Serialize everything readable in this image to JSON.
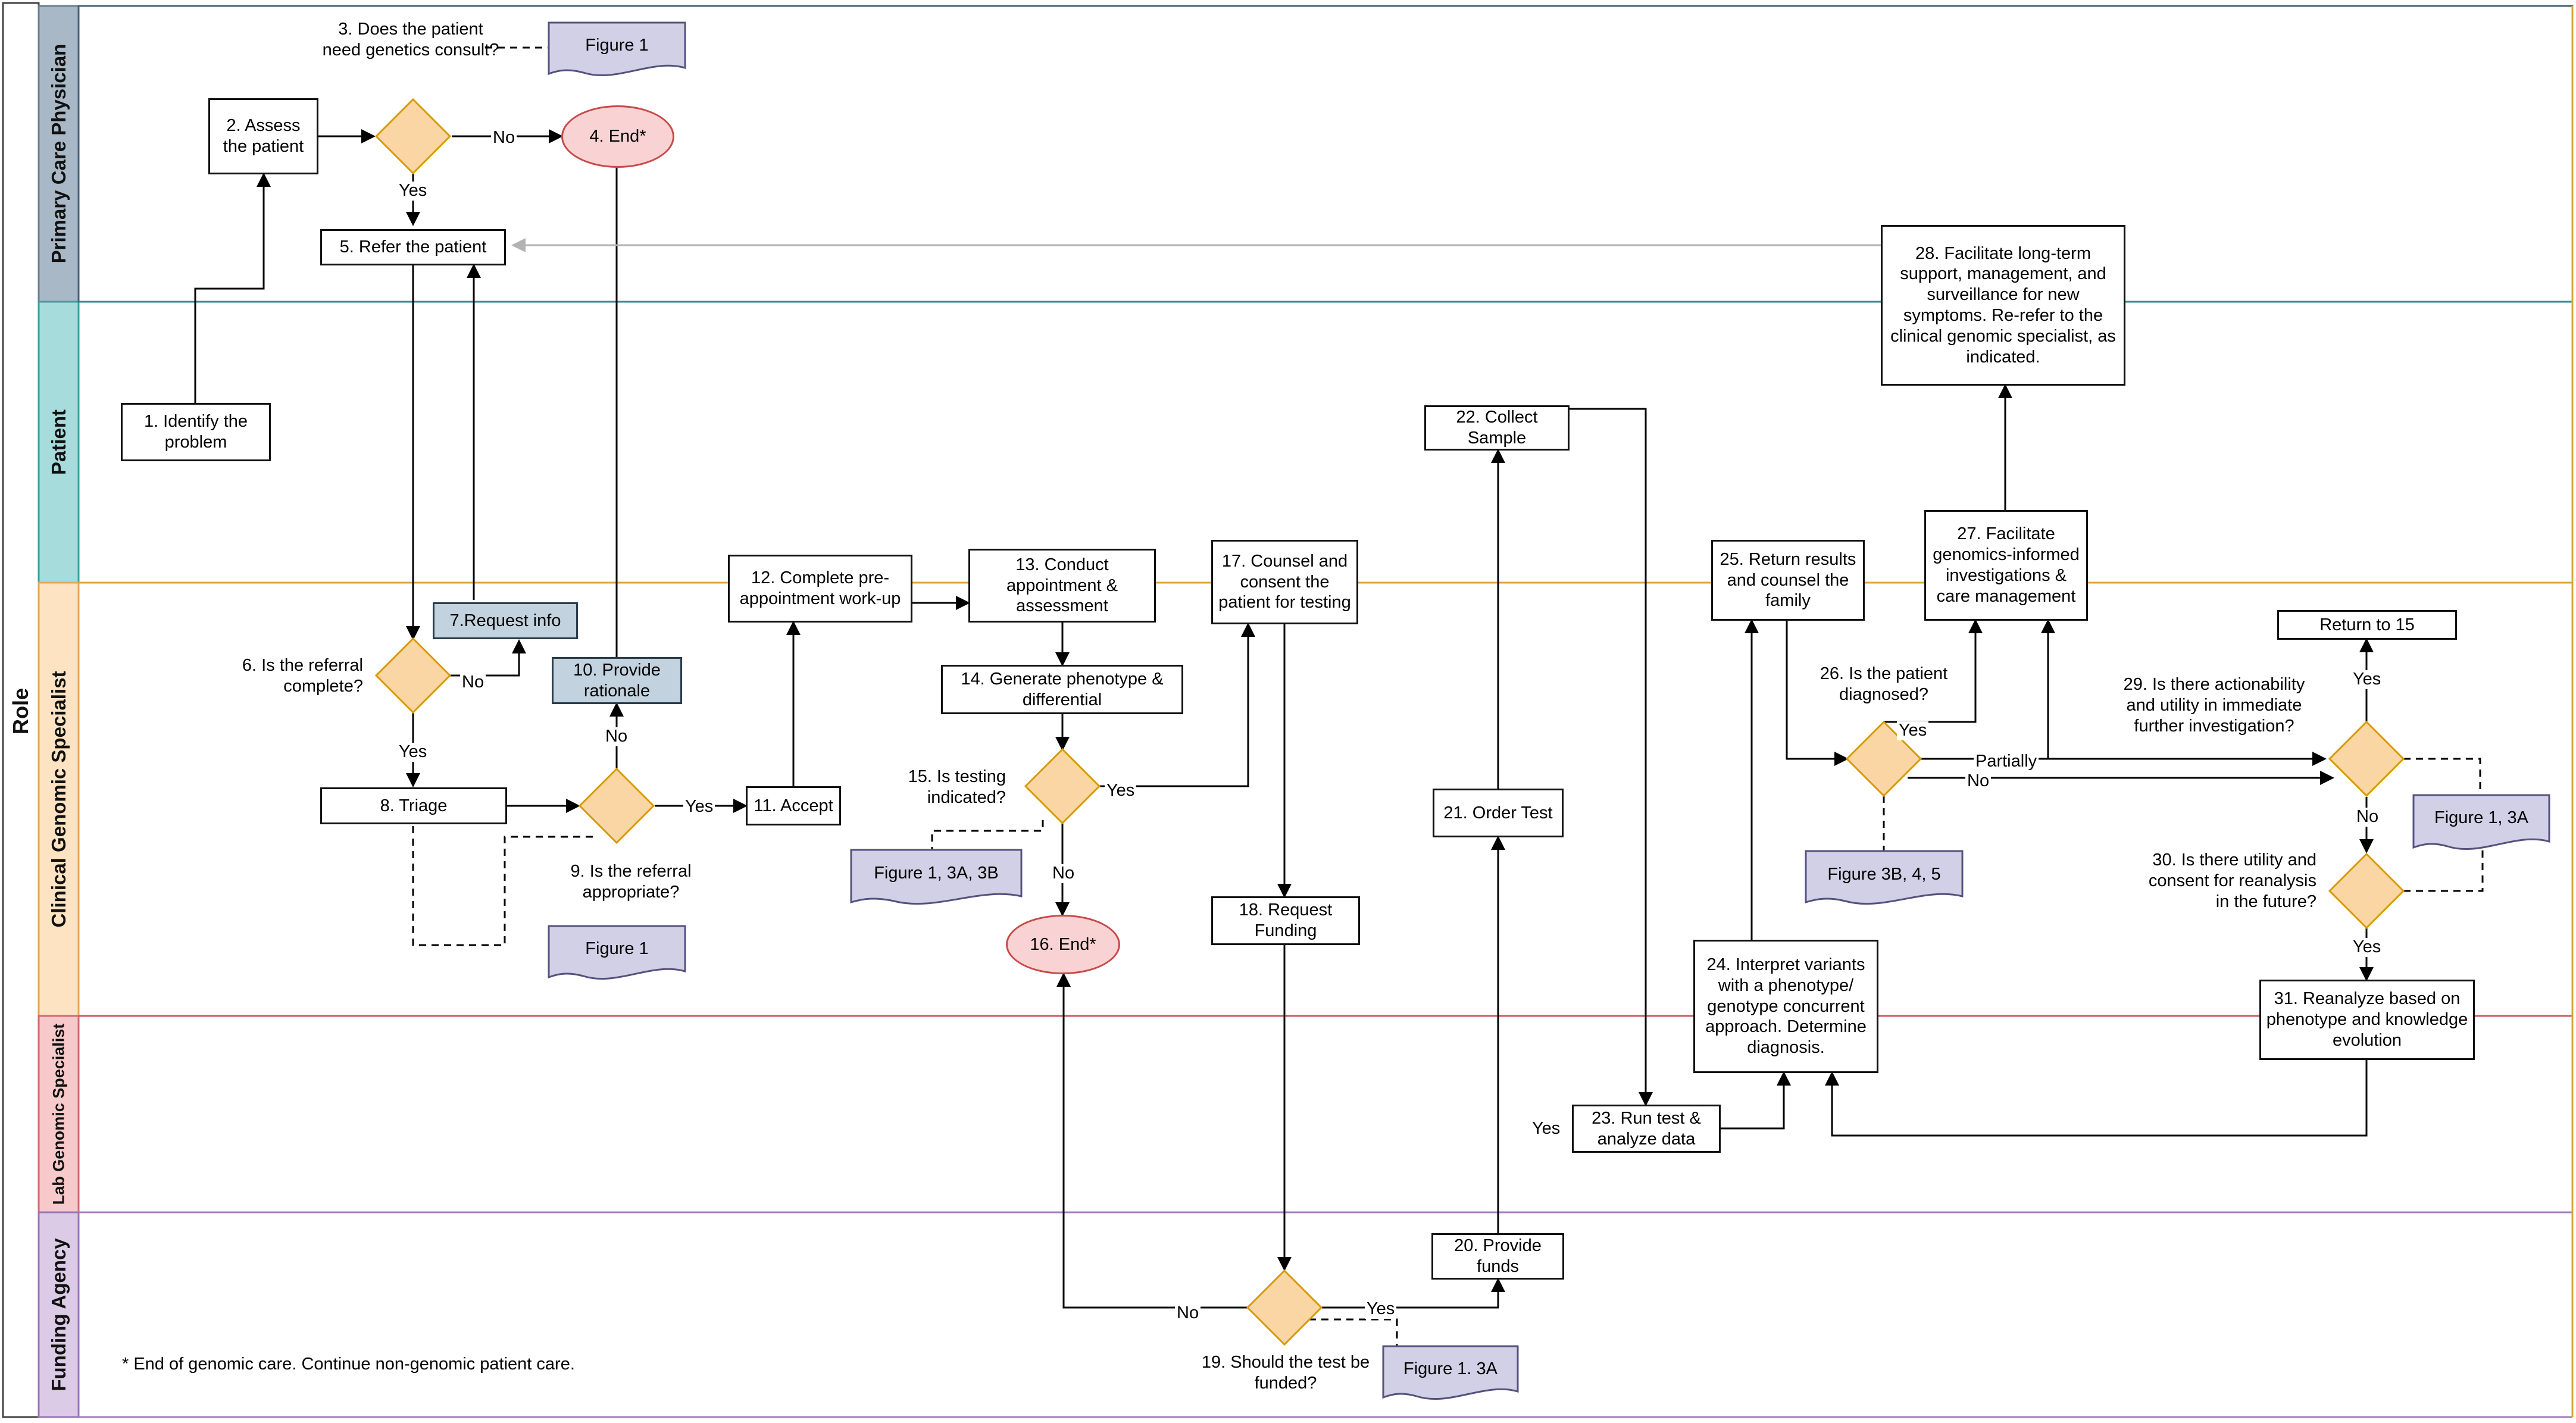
{
  "role_label": "Role",
  "lanes": {
    "pcp": "Primary Care Physician",
    "patient": "Patient",
    "cgs": "Clinical Genomic Specialist",
    "lgs": "Lab Genomic Specialist",
    "fa": "Funding Agency"
  },
  "steps": {
    "s1": "1. Identify the problem",
    "s2": "2. Assess the patient",
    "s3": "3. Does the patient need genetics consult?",
    "s4": "4. End*",
    "s5": "5. Refer the patient",
    "s6": "6. Is the referral complete?",
    "s7": "7.Request info",
    "s8": "8. Triage",
    "s9": "9.  Is the referral appropriate?",
    "s10": "10. Provide rationale",
    "s11": "11. Accept",
    "s12": "12. Complete pre-appointment work-up",
    "s13": "13. Conduct appointment & assessment",
    "s14": "14. Generate phenotype & differential",
    "s15": "15. Is testing indicated?",
    "s16": "16. End*",
    "s17": "17. Counsel and consent the patient for testing",
    "s18": "18. Request Funding",
    "s19": "19. Should the test be funded?",
    "s20": "20. Provide funds",
    "s21": "21. Order Test",
    "s22": "22. Collect Sample",
    "s23": "23. Run test & analyze data",
    "s24": "24. Interpret variants with a phenotype/ genotype concurrent approach. Determine diagnosis.",
    "s25": "25. Return results and counsel the family",
    "s26": "26. Is the patient diagnosed?",
    "s27": "27. Facilitate genomics-informed investigations & care management",
    "s28": "28. Facilitate long-term support, management, and surveillance for new symptoms. Re-refer to the clinical genomic specialist, as indicated.",
    "s29": "29. Is there actionability and utility in immediate further investigation?",
    "s30": "30. Is there utility and consent for reanalysis in the future?",
    "s31": "31. Reanalyze based on phenotype and knowledge evolution",
    "ret15": "Return to 15"
  },
  "docs": {
    "d3": "Figure 1",
    "d9": "Figure 1",
    "d15": "Figure 1, 3A, 3B",
    "d19": "Figure 1. 3A",
    "d26": "Figure 3B, 4, 5",
    "d29": "Figure 1, 3A"
  },
  "edge_labels": {
    "no3": "No",
    "yes3": "Yes",
    "no6": "No",
    "yes6": "Yes",
    "no9": "No",
    "yes9": "Yes",
    "yes15": "Yes",
    "no15": "No",
    "no19": "No",
    "yes19": "Yes",
    "yes23": "Yes",
    "yes26": "Yes",
    "partially26": "Partially",
    "no26": "No",
    "yes29": "Yes",
    "no29": "No",
    "yes30": "Yes"
  },
  "footnote": "* End of genomic care. Continue non-genomic patient care.",
  "colors": {
    "pcp": "#a9b8c6",
    "patient": "#a6dcdc",
    "cgs": "#fde3c2",
    "lgs": "#f7c9ca",
    "fa": "#dccbe6",
    "decision_fill": "#fad6a5",
    "decision_stroke": "#d79b00",
    "doc_fill": "#d1d0e6",
    "doc_stroke": "#56517e",
    "end_fill": "#f9d3d3",
    "end_stroke": "#c94a4a",
    "grey_fill": "#c2d2de"
  }
}
